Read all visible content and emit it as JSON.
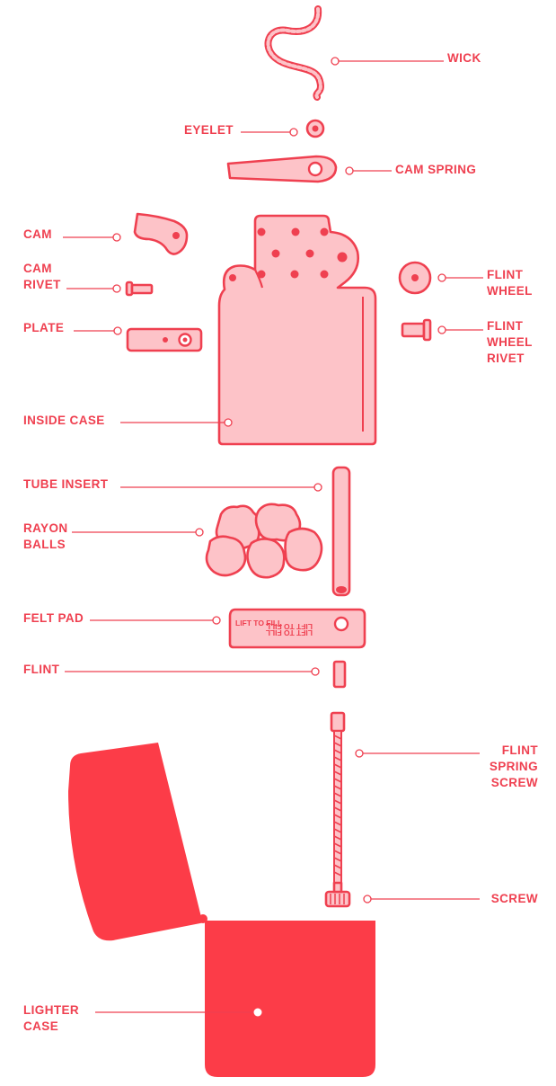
{
  "colors": {
    "accent": "#ef4050",
    "light_fill": "#fdc3c8",
    "solid_fill": "#fc3c48",
    "background": "#ffffff"
  },
  "labels": {
    "wick": "WICK",
    "eyelet": "EYELET",
    "cam_spring": "CAM SPRING",
    "cam": "CAM",
    "cam_rivet": [
      "CAM",
      "RIVET"
    ],
    "plate": "PLATE",
    "flint_wheel": [
      "FLINT",
      "WHEEL"
    ],
    "flint_wheel_rivet": [
      "FLINT",
      "WHEEL",
      "RIVET"
    ],
    "inside_case": "INSIDE CASE",
    "tube_insert": "TUBE INSERT",
    "rayon_balls": [
      "RAYON",
      "BALLS"
    ],
    "felt_pad": "FELT PAD",
    "felt_pad_print": [
      "LIFT TO FILL",
      "LIFT TO FILL",
      "LIFT TO FILL"
    ],
    "flint": "FLINT",
    "flint_spring_screw": [
      "FLINT",
      "SPRING",
      "SCREW"
    ],
    "screw": "SCREW",
    "lighter_case": [
      "LIGHTER",
      "CASE"
    ]
  }
}
